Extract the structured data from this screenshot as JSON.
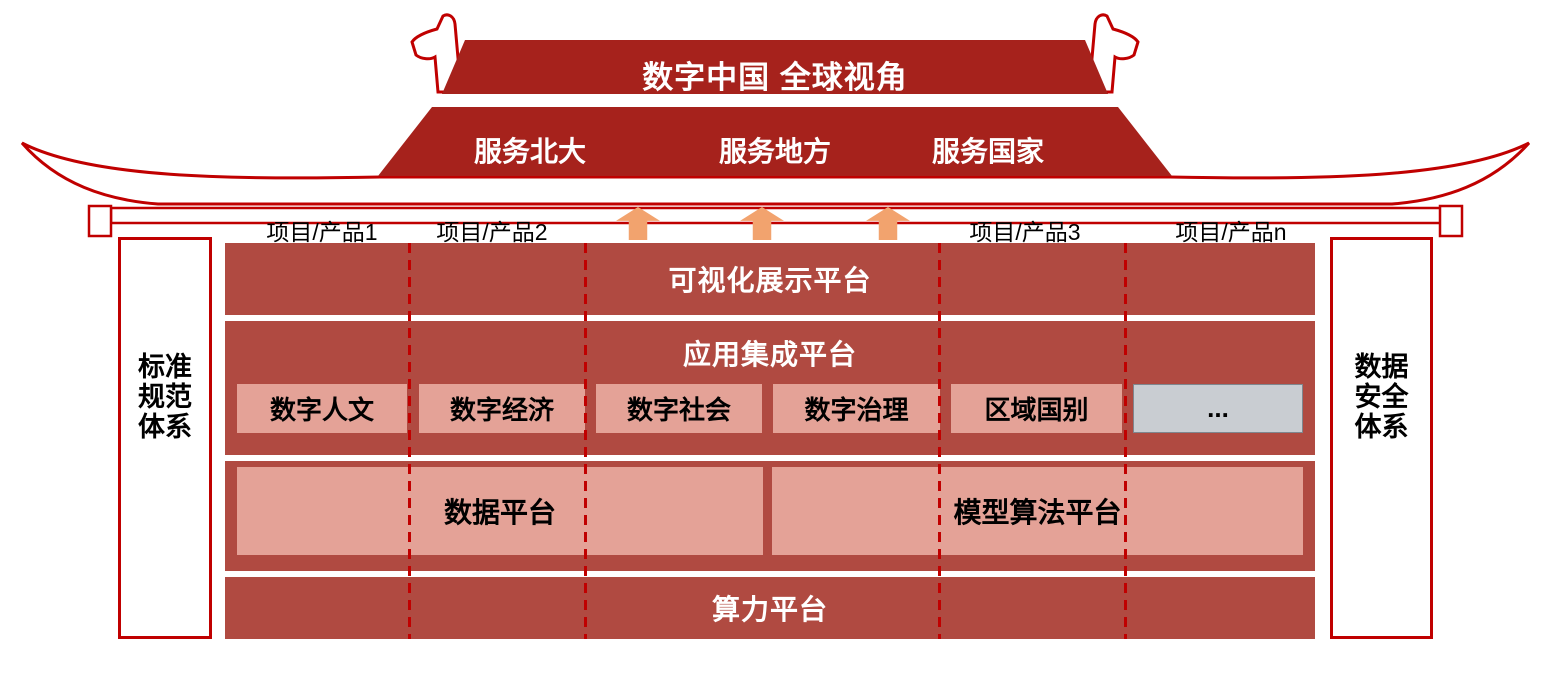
{
  "colors": {
    "outline_red": "#C00000",
    "roof_dark_red": "#A6221C",
    "band_red": "#B04A41",
    "box_pink": "#E4A297",
    "box_gray": "#C9CDD2",
    "arrow_orange": "#F2A36E"
  },
  "roof": {
    "title": "数字中国 全球视角",
    "services": [
      "服务北大",
      "服务地方",
      "服务国家"
    ]
  },
  "beam": {
    "labels": [
      "项目/产品1",
      "项目/产品2",
      "项目/产品3",
      "项目/产品n"
    ]
  },
  "pillars": {
    "left_lines": [
      "标准",
      "规范",
      "体系"
    ],
    "right_lines": [
      "数据",
      "安全",
      "体系"
    ]
  },
  "layers": {
    "visualization": "可视化展示平台",
    "integration": "应用集成平台",
    "applications": [
      "数字人文",
      "数字经济",
      "数字社会",
      "数字治理",
      "区域国别",
      "..."
    ],
    "data_platform": "数据平台",
    "model_platform": "模型算法平台",
    "compute": "算力平台"
  }
}
